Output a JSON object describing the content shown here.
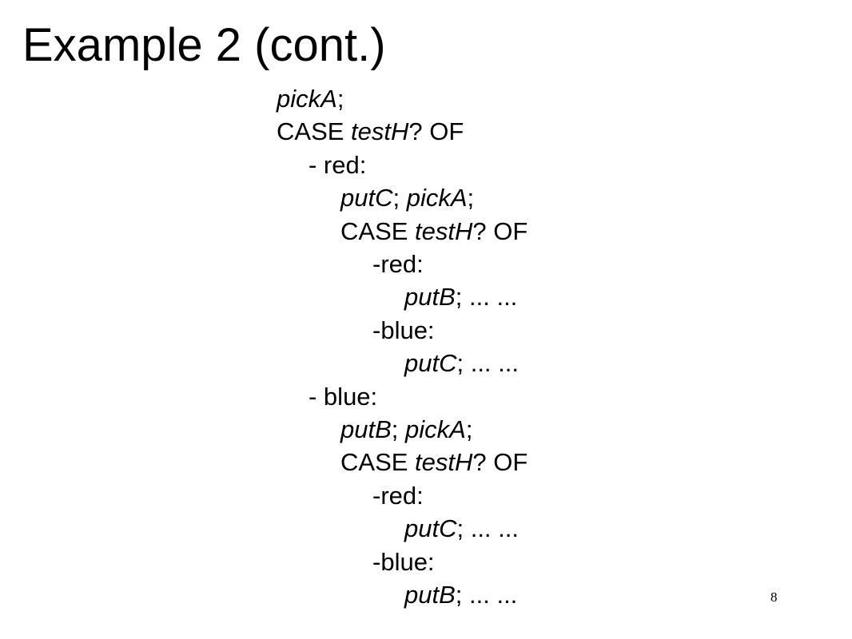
{
  "slide": {
    "title": "Example 2 (cont.)",
    "page_number": "8"
  },
  "code": {
    "lines": [
      {
        "segments": [
          {
            "text": "pickA",
            "italic": true
          },
          {
            "text": ";",
            "italic": false
          }
        ]
      },
      {
        "segments": [
          {
            "text": "CASE ",
            "italic": false
          },
          {
            "text": "testH",
            "italic": true
          },
          {
            "text": "? OF",
            "italic": false
          }
        ]
      },
      {
        "segments": [
          {
            "text": "- red:",
            "italic": false
          }
        ]
      },
      {
        "segments": [
          {
            "text": "putC",
            "italic": true
          },
          {
            "text": "; ",
            "italic": false
          },
          {
            "text": "pickA",
            "italic": true
          },
          {
            "text": ";",
            "italic": false
          }
        ]
      },
      {
        "segments": [
          {
            "text": "CASE ",
            "italic": false
          },
          {
            "text": "testH",
            "italic": true
          },
          {
            "text": "? OF",
            "italic": false
          }
        ]
      },
      {
        "segments": [
          {
            "text": "-red:",
            "italic": false
          }
        ]
      },
      {
        "segments": [
          {
            "text": "putB",
            "italic": true
          },
          {
            "text": "; ... ...",
            "italic": false
          }
        ]
      },
      {
        "segments": [
          {
            "text": "-blue:",
            "italic": false
          }
        ]
      },
      {
        "segments": [
          {
            "text": "putC",
            "italic": true
          },
          {
            "text": "; ... ...",
            "italic": false
          }
        ]
      },
      {
        "segments": [
          {
            "text": "- blue:",
            "italic": false
          }
        ]
      },
      {
        "segments": [
          {
            "text": "putB",
            "italic": true
          },
          {
            "text": "; ",
            "italic": false
          },
          {
            "text": "pickA",
            "italic": true
          },
          {
            "text": ";",
            "italic": false
          }
        ]
      },
      {
        "segments": [
          {
            "text": "CASE ",
            "italic": false
          },
          {
            "text": "testH",
            "italic": true
          },
          {
            "text": "? OF",
            "italic": false
          }
        ]
      },
      {
        "segments": [
          {
            "text": "-red:",
            "italic": false
          }
        ]
      },
      {
        "segments": [
          {
            "text": "putC",
            "italic": true
          },
          {
            "text": "; ... ...",
            "italic": false
          }
        ]
      },
      {
        "segments": [
          {
            "text": "-blue:",
            "italic": false
          }
        ]
      },
      {
        "segments": [
          {
            "text": "putB",
            "italic": true
          },
          {
            "text": "; ... ...",
            "italic": false
          }
        ]
      }
    ]
  }
}
